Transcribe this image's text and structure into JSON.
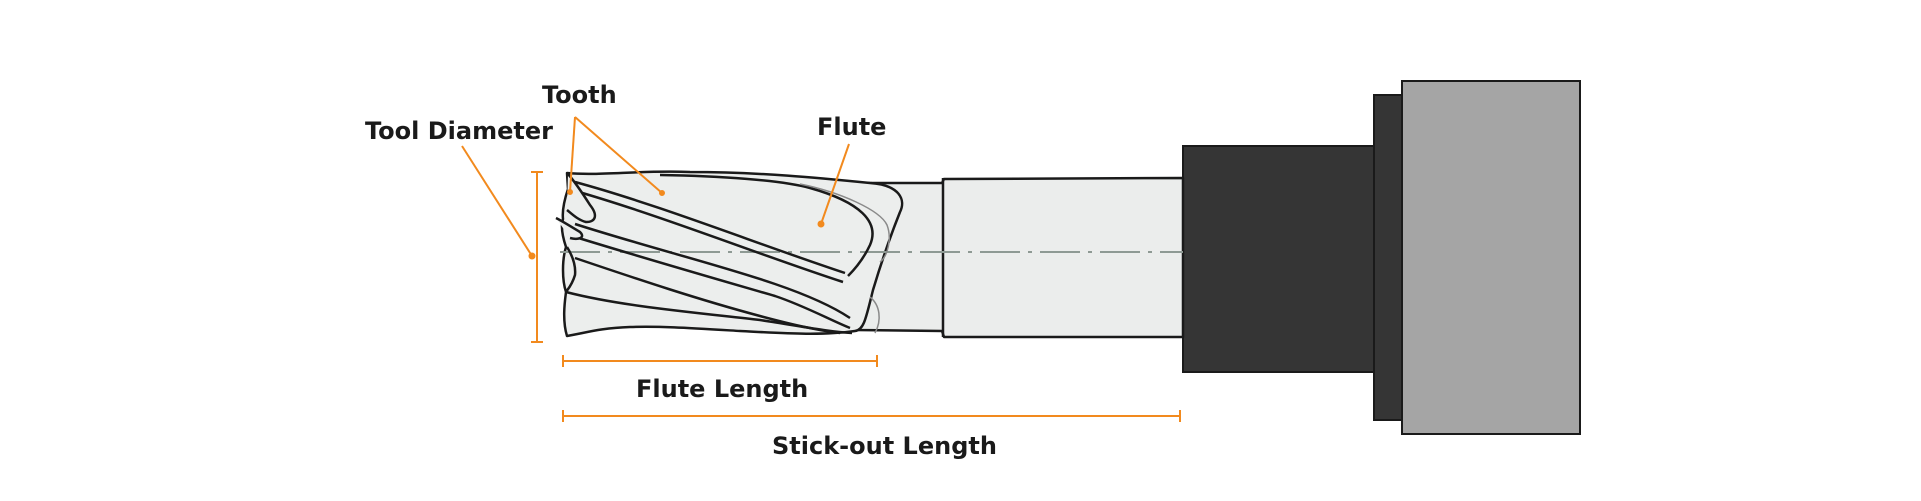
{
  "labels": {
    "tooth": "Tooth",
    "tool_diameter": "Tool Diameter",
    "flute": "Flute",
    "flute_length": "Flute Length",
    "stick_out_length": "Stick-out Length"
  },
  "colors": {
    "accent": "#f28a1e",
    "outline": "#1a1a1a",
    "cutter_fill": "#eceeed",
    "shank_fill": "#ebedec",
    "holder_dark": "#353535",
    "holder_light": "#a5a5a5",
    "center_line": "#8e9a94"
  }
}
